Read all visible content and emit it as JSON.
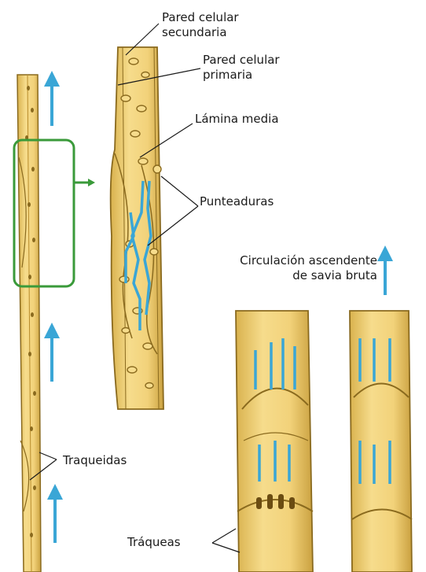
{
  "labels": {
    "pared_secundaria": [
      "Pared celular",
      "secundaria"
    ],
    "pared_primaria": [
      "Pared celular",
      "primaria"
    ],
    "lamina_media": "Lámina media",
    "punteaduras": "Punteaduras",
    "circulacion": [
      "Circulación ascendente",
      "de savia bruta"
    ],
    "traqueidas": "Traqueidas",
    "traqueas": "Tráqueas"
  },
  "colors": {
    "cell_fill": "#f2d27a",
    "cell_edge": "#8a6a1e",
    "pit": "#c99a2a",
    "arrow": "#3aa6d6",
    "highlight_box": "#3a9a3a",
    "leader": "#1a1a1a"
  }
}
